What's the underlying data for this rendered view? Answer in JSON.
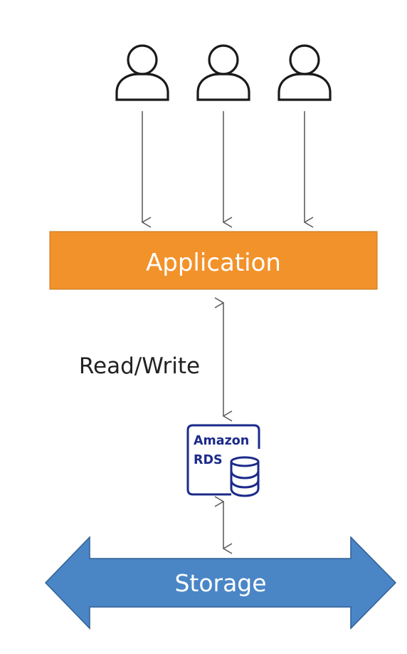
{
  "users": [
    {
      "icon": "user-icon"
    },
    {
      "icon": "user-icon"
    },
    {
      "icon": "user-icon"
    }
  ],
  "application": {
    "label": "Application",
    "color": "#f2922b"
  },
  "connection": {
    "label": "Read/Write"
  },
  "database": {
    "icon": "amazon-rds-icon",
    "line1": "Amazon",
    "line2": "RDS",
    "color": "#1b2a8a"
  },
  "storage": {
    "label": "Storage",
    "color": "#4a86c6"
  }
}
